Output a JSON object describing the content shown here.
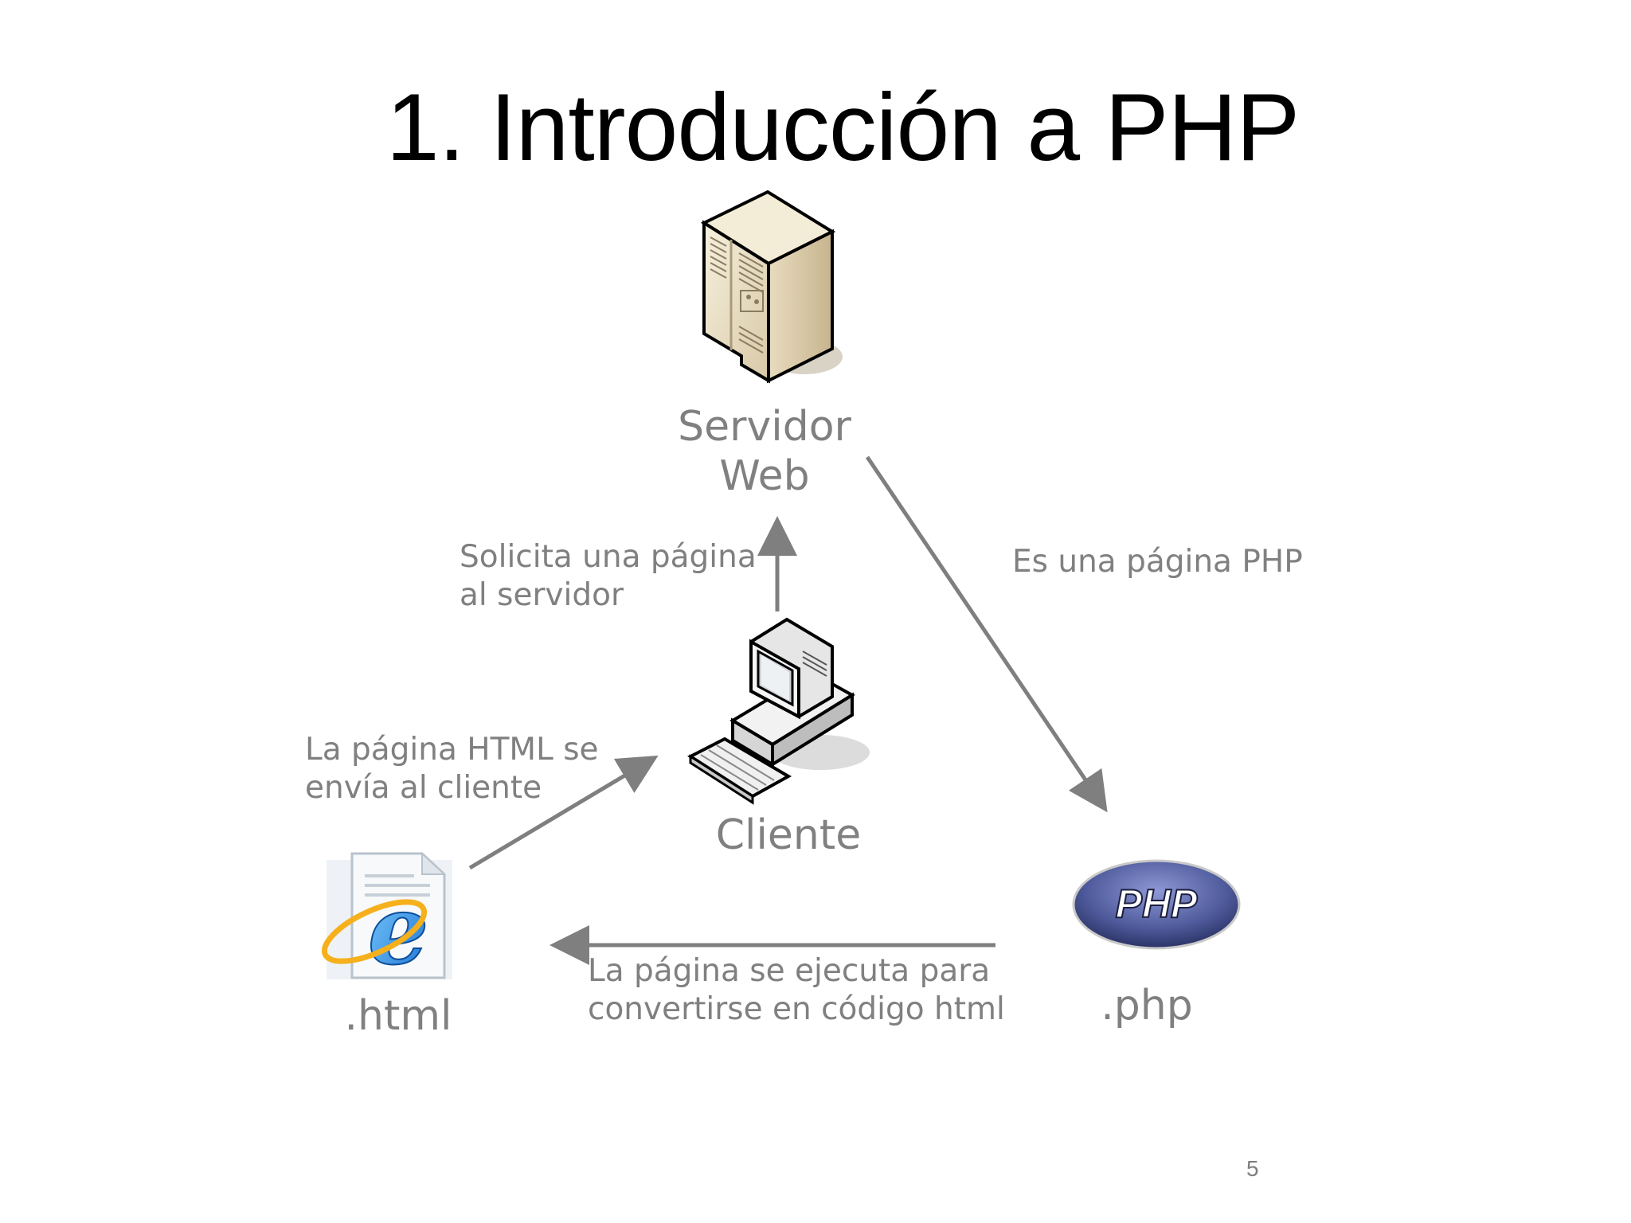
{
  "slide": {
    "title": "1. Introducción a PHP",
    "page_number": "5"
  },
  "nodes": {
    "server": {
      "line1": "Servidor",
      "line2": "Web",
      "icon": "server-icon"
    },
    "client": {
      "label": "Cliente",
      "icon": "computer-icon"
    },
    "html": {
      "label": ".html",
      "icon": "html-file-icon"
    },
    "php": {
      "label": ".php",
      "icon": "php-logo",
      "logo_text": "PHP"
    }
  },
  "edges": {
    "request": {
      "line1": "Solicita una página",
      "line2": "al servidor"
    },
    "is_php": {
      "line1": "Es una página PHP"
    },
    "send_html": {
      "line1": "La página HTML se",
      "line2": "envía al cliente"
    },
    "execute": {
      "line1": "La página se ejecuta para",
      "line2": "convertirse en código html"
    }
  },
  "colors": {
    "arrow": "#7f7f7f",
    "label": "#808080",
    "title": "#000000"
  }
}
